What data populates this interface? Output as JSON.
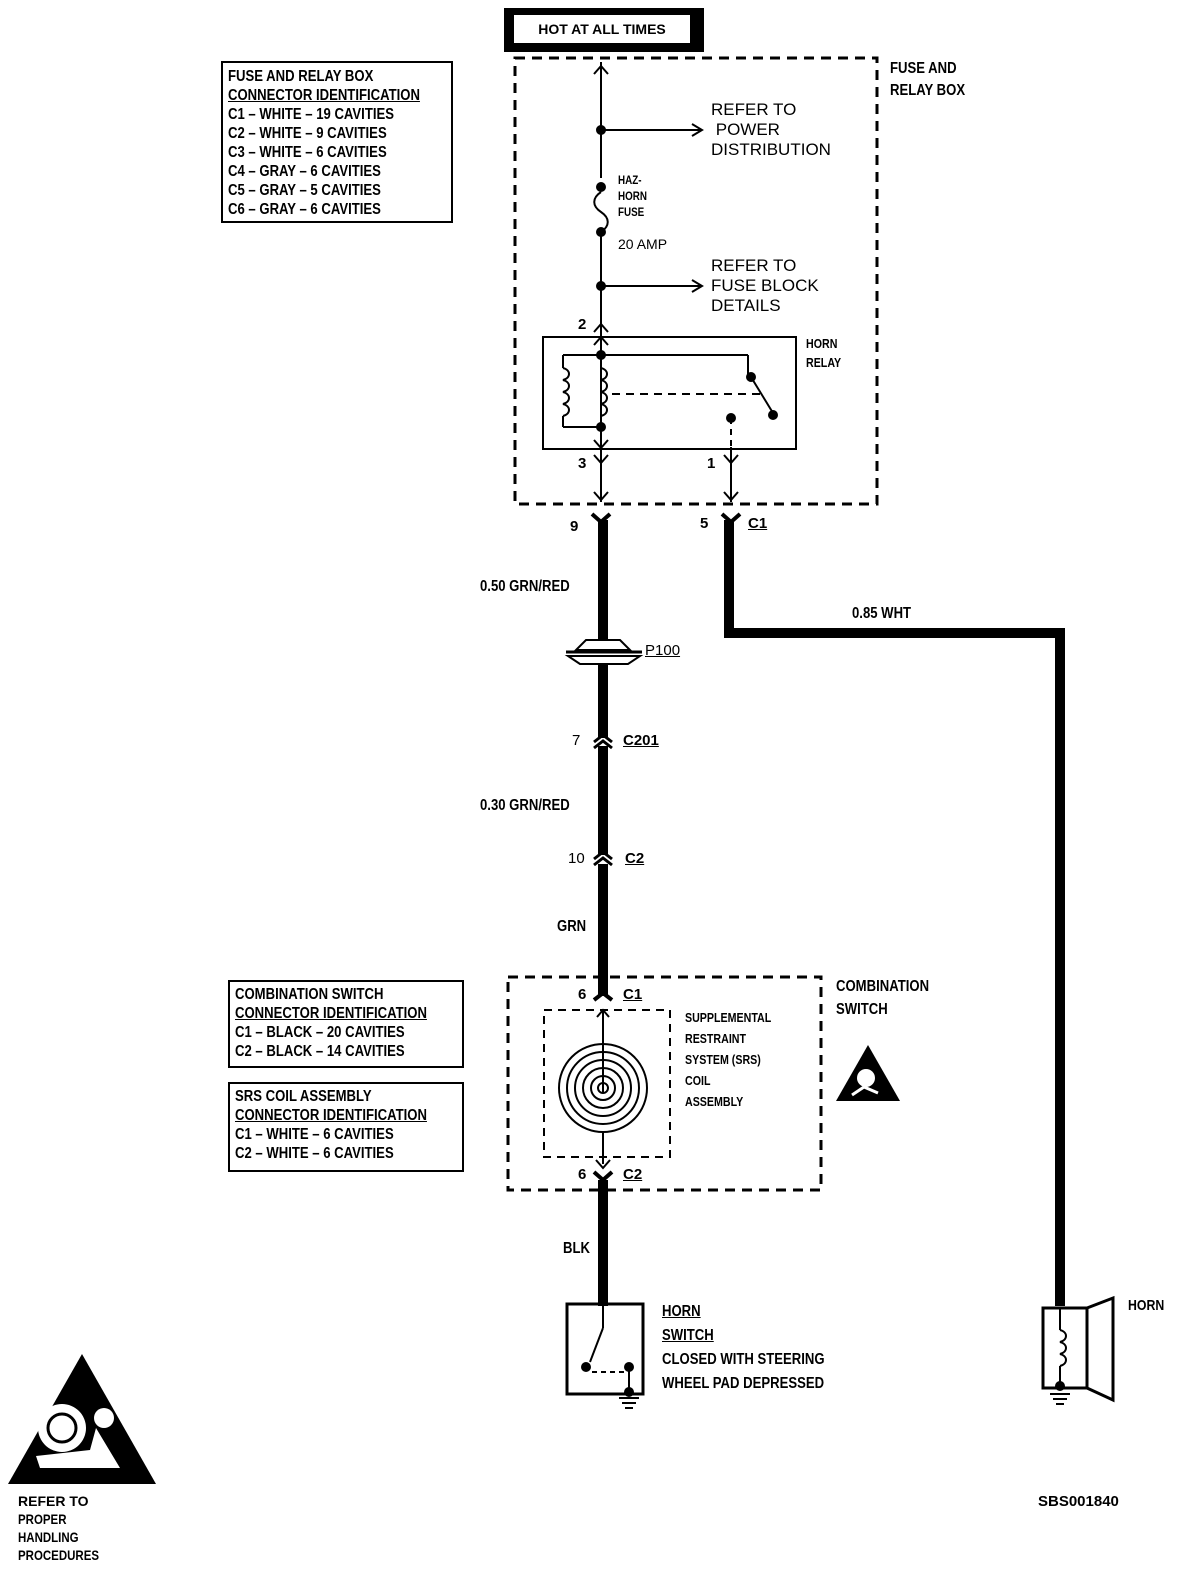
{
  "hot_at_all_times": "HOT AT ALL TIMES",
  "fuse_relay_box": {
    "line1": "FUSE AND",
    "line2": "RELAY BOX"
  },
  "fuse_box_id": {
    "title1": "FUSE AND RELAY BOX",
    "title2": "CONNECTOR IDENTIFICATION",
    "rows": [
      "C1 – WHITE – 19 CAVITIES",
      "C2 – WHITE – 9 CAVITIES",
      "C3 – WHITE – 6 CAVITIES",
      "C4 – GRAY – 6 CAVITIES",
      "C5 – GRAY – 5 CAVITIES",
      "C6 – GRAY – 6 CAVITIES"
    ]
  },
  "refer_power": {
    "line1": "REFER TO",
    "line2": "POWER",
    "line3": "DISTRIBUTION"
  },
  "fuse": {
    "line1": "HAZ-",
    "line2": "HORN",
    "line3": "FUSE",
    "rating": "20 AMP"
  },
  "refer_fuse_block": {
    "line1": "REFER TO",
    "line2": "FUSE BLOCK",
    "line3": "DETAILS"
  },
  "horn_relay": {
    "line1": "HORN",
    "line2": "RELAY"
  },
  "pins": {
    "relay_2": "2",
    "relay_3": "3",
    "relay_1": "1",
    "c1_9": "9",
    "c1_5": "5",
    "c201_7": "7",
    "c2_10": "10",
    "cs_c1_6": "6",
    "cs_c2_6": "6"
  },
  "connectors": {
    "c1": "C1",
    "p100": "P100",
    "c201": "C201",
    "c2": "C2",
    "cs_c1": "C1",
    "cs_c2": "C2"
  },
  "wires": {
    "w1": "0.50 GRN/RED",
    "w2": "0.85  WHT",
    "w3": "0.30 GRN/RED",
    "w4": "GRN",
    "w5": "BLK"
  },
  "combo_switch": {
    "line1": "COMBINATION",
    "line2": "SWITCH"
  },
  "combo_id": {
    "title1": "COMBINATION SWITCH",
    "title2": "CONNECTOR IDENTIFICATION",
    "rows": [
      "C1 – BLACK – 20 CAVITIES",
      "C2 – BLACK – 14 CAVITIES"
    ]
  },
  "srs_id": {
    "title1": "SRS COIL ASSEMBLY",
    "title2": "CONNECTOR IDENTIFICATION",
    "rows": [
      "C1 – WHITE – 6 CAVITIES",
      "C2 – WHITE – 6 CAVITIES"
    ]
  },
  "srs_coil": {
    "line1": "SUPPLEMENTAL",
    "line2": "RESTRAINT",
    "line3": "SYSTEM (SRS)",
    "line4": "COIL",
    "line5": "ASSEMBLY"
  },
  "horn_switch": {
    "line1": "HORN",
    "line2": "SWITCH",
    "line3": "CLOSED WITH STEERING",
    "line4": "WHEEL PAD DEPRESSED"
  },
  "horn": "HORN",
  "refer_handling": {
    "line1": "REFER TO",
    "line2": "PROPER",
    "line3": "HANDLING",
    "line4": "PROCEDURES"
  },
  "diagram_code": "SBS001840",
  "icons": [
    "srs-warning-triangle-icon",
    "ground-icon",
    "relay-coil-icon",
    "srs-clockspring-icon"
  ]
}
